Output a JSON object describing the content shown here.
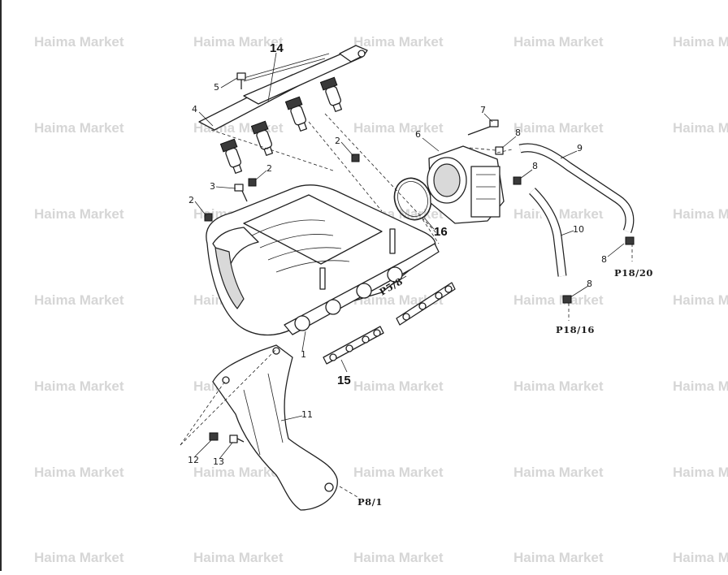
{
  "watermark": {
    "text": "Haima Market",
    "color": "#c9c9c9"
  },
  "callouts": {
    "c1": "1",
    "c2a": "2",
    "c2b": "2",
    "c2c": "2",
    "c3": "3",
    "c4": "4",
    "c5": "5",
    "c6": "6",
    "c7": "7",
    "c8a": "8",
    "c8b": "8",
    "c8c": "8",
    "c8d": "8",
    "c9": "9",
    "c10": "10",
    "c11": "11",
    "c12": "12",
    "c13": "13",
    "c14": "14",
    "c15": "15",
    "c16": "16"
  },
  "references": {
    "p5_8": "P5/8",
    "p18_20": "P18/20",
    "p18_16": "P18/16",
    "p8_1": "P8/1"
  },
  "icons": {
    "fuel_rail": "fuel-rail-icon",
    "injector": "fuel-injector-icon",
    "intake_manifold": "intake-manifold-icon",
    "throttle_body": "throttle-body-icon",
    "hose": "hose-icon",
    "bracket": "manifold-bracket-icon",
    "gasket": "gasket-icon",
    "o_ring": "o-ring-icon",
    "bolt": "bolt-icon",
    "nut": "nut-icon",
    "clamp": "hose-clamp-icon"
  }
}
